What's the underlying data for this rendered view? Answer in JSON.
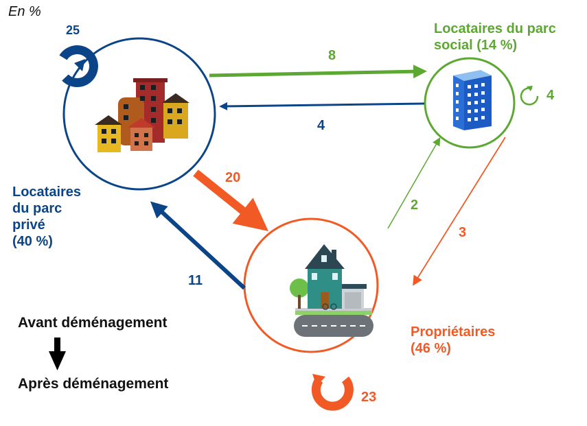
{
  "unit_label": "En %",
  "colors": {
    "prive": "#0b4587",
    "social": "#5ca832",
    "proprio": "#f15a24",
    "legend": "#111111"
  },
  "nodes": {
    "prive": {
      "label_lines": [
        "Locataires",
        "du parc",
        "privé",
        "(40 %)"
      ],
      "icon": "apartment-buildings-icon"
    },
    "social": {
      "label_lines": [
        "Locataires du parc",
        "social (14 %)"
      ],
      "icon": "social-housing-tower-icon"
    },
    "proprio": {
      "label_lines": [
        "Propriétaires",
        "(46 %)"
      ],
      "icon": "family-house-icon"
    }
  },
  "flows": {
    "prive_self": "25",
    "prive_to_social": "8",
    "social_to_prive": "4",
    "social_self": "4",
    "prive_to_proprio": "20",
    "proprio_to_prive": "11",
    "proprio_to_social": "2",
    "social_to_proprio": "3",
    "proprio_self": "23"
  },
  "legend": {
    "before": "Avant déménagement",
    "after": "Après déménagement"
  }
}
